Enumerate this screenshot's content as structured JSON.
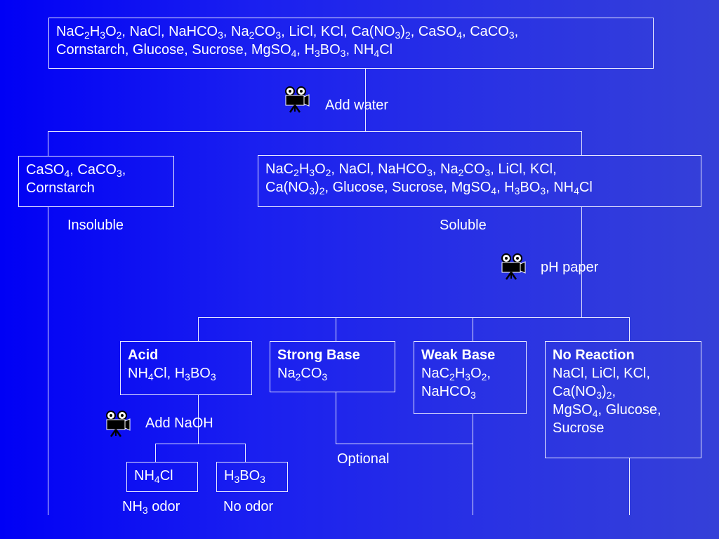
{
  "start": {
    "line1": [
      "NaC",
      "2",
      "H",
      "3",
      "O",
      "2",
      ", NaCl, NaHCO",
      "3",
      ", Na",
      "2",
      "CO",
      "3",
      ", LiCl, KCl, Ca(NO",
      "3",
      ")",
      "2",
      ", CaSO",
      "4",
      ", CaCO",
      "3",
      ","
    ],
    "line2": [
      "Cornstarch, Glucose, Sucrose, MgSO",
      "4",
      ", H",
      "3",
      "BO",
      "3",
      ", NH",
      "4",
      "Cl"
    ]
  },
  "step_water": "Add water",
  "insoluble_box": {
    "line1": [
      "CaSO",
      "4",
      ", CaCO",
      "3",
      ","
    ],
    "line2": [
      "Cornstarch"
    ]
  },
  "soluble_box": {
    "line1": [
      "NaC",
      "2",
      "H",
      "3",
      "O",
      "2",
      ", NaCl, NaHCO",
      "3",
      ", Na",
      "2",
      "CO",
      "3",
      ", LiCl, KCl,"
    ],
    "line2": [
      "Ca(NO",
      "3",
      ")",
      "2",
      ", Glucose, Sucrose, MgSO",
      "4",
      ", H",
      "3",
      "BO",
      "3",
      ", NH",
      "4",
      "Cl"
    ]
  },
  "label_insoluble": "Insoluble",
  "label_soluble": "Soluble",
  "step_ph": "pH paper",
  "acid_box": {
    "title": "Acid",
    "body": [
      "NH",
      "4",
      "Cl, H",
      "3",
      "BO",
      "3"
    ]
  },
  "strong_base_box": {
    "title": "Strong Base",
    "body": [
      "Na",
      "2",
      "CO",
      "3"
    ]
  },
  "weak_base_box": {
    "title": "Weak Base",
    "line1": [
      "NaC",
      "2",
      "H",
      "3",
      "O",
      "2",
      ","
    ],
    "line2": [
      "NaHCO",
      "3"
    ]
  },
  "no_reaction_box": {
    "title": "No Reaction",
    "line1": [
      "NaCl, LiCl, KCl,"
    ],
    "line2": [
      "Ca(NO",
      "3",
      ")",
      "2",
      ","
    ],
    "line3": [
      "MgSO",
      "4",
      ", Glucose,"
    ],
    "line4": [
      "Sucrose"
    ]
  },
  "step_naoh": "Add NaOH",
  "nh4cl_box": [
    "NH",
    "4",
    "Cl"
  ],
  "h3bo3_box": [
    "H",
    "3",
    "BO",
    "3"
  ],
  "label_nh3": [
    "NH",
    "3",
    " odor"
  ],
  "label_no_odor": "No odor",
  "label_optional": "Optional",
  "icon_name": "movie-camera-icon"
}
